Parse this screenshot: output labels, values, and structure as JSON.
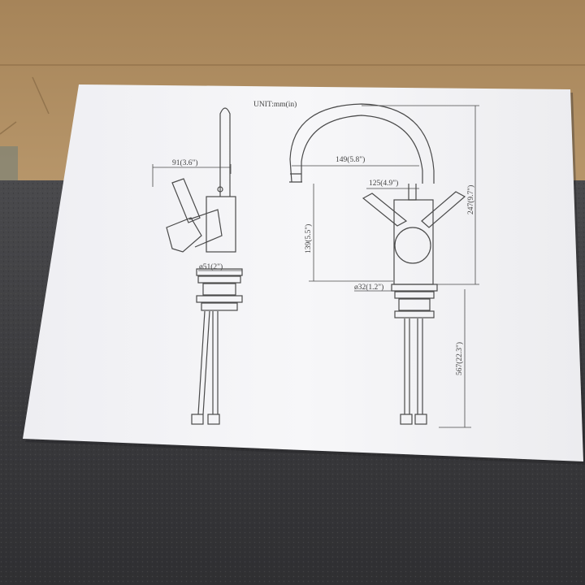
{
  "unit_label": "UNIT:mm(in)",
  "dimensions": {
    "side_width": "91(3.6\")",
    "side_base_diameter": "ø51(2\")",
    "front_reach": "149(5.8\")",
    "front_handle_width": "125(4.9\")",
    "front_spout_height": "139(5.5\")",
    "front_total_height": "247(9.7\")",
    "front_base_diameter": "ø32(1.2\")",
    "front_hose_length": "567(22.3\")"
  },
  "colors": {
    "cardboard": "#b08e64",
    "carpet": "#3f3f42",
    "paper": "#f4f4f6",
    "ink": "#4a4a4a"
  }
}
